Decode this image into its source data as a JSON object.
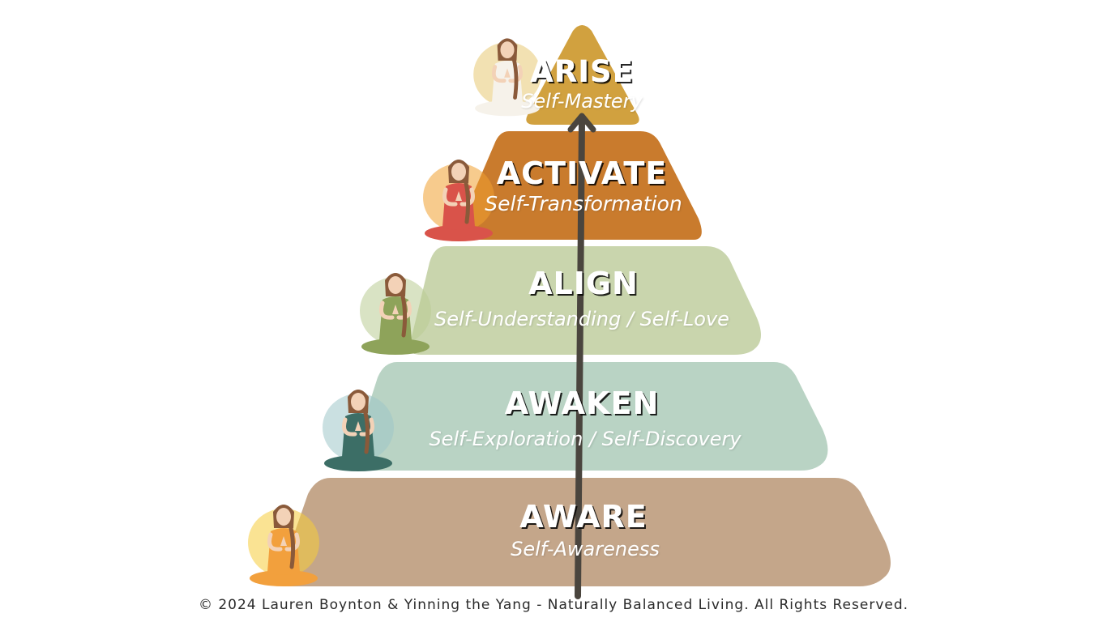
{
  "tiers": [
    {
      "key": "arise",
      "title": "ARISE",
      "subtitle": "Self-Mastery",
      "color": "#d1a13f",
      "figure_color": "#f6f2ea",
      "figure_accent": "#e8c872"
    },
    {
      "key": "activate",
      "title": "ACTIVATE",
      "subtitle": "Self-Transformation",
      "color": "#c97b2d",
      "figure_color": "#d9534a",
      "figure_accent": "#f0a030"
    },
    {
      "key": "align",
      "title": "ALIGN",
      "subtitle": "Self-Understanding / Self-Love",
      "color": "#c9d5ad",
      "figure_color": "#8ea35a",
      "figure_accent": "#b9cc93"
    },
    {
      "key": "awaken",
      "title": "AWAKEN",
      "subtitle": "Self-Exploration / Self-Discovery",
      "color": "#b9d3c4",
      "figure_color": "#3c6e66",
      "figure_accent": "#9fc7c9"
    },
    {
      "key": "aware",
      "title": "AWARE",
      "subtitle": "Self-Awareness",
      "color": "#c4a68a",
      "figure_color": "#f2a03d",
      "figure_accent": "#f5cc3a"
    }
  ],
  "arrow_color": "#4a453e",
  "copyright": "© 2024 Lauren Boynton & Yinning the Yang - Naturally Balanced Living. All Rights Reserved."
}
